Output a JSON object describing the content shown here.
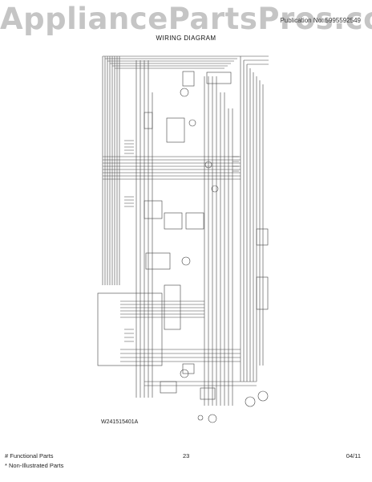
{
  "watermark": "AppliancePartsPros.com",
  "header": {
    "publication": "Publication No: 5995592549",
    "title": "WIRING DIAGRAM"
  },
  "diagram": {
    "code": "W241515401A"
  },
  "footer": {
    "functional": "# Functional Parts",
    "non_illustrated": "* Non-Illustrated Parts",
    "page": "23",
    "date": "04/11"
  }
}
